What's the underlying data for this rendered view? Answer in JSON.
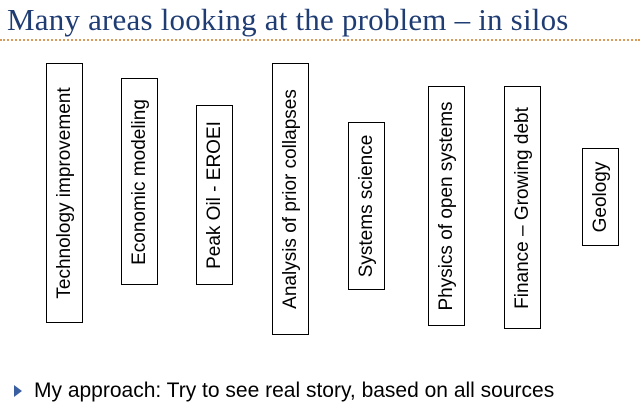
{
  "title": "Many areas looking at the problem – in silos",
  "silos": [
    {
      "label": "Technology improvement"
    },
    {
      "label": "Economic modeling"
    },
    {
      "label": "Peak Oil - EROEI"
    },
    {
      "label": "Analysis of prior collapses"
    },
    {
      "label": "Systems science"
    },
    {
      "label": "Physics of open systems"
    },
    {
      "label": "Finance – Growing debt"
    },
    {
      "label": "Geology"
    }
  ],
  "bullet": {
    "icon": "triangle-bullet-icon",
    "color": "#3a5fa0",
    "text": "My approach:  Try to see real story, based on all sources"
  },
  "colors": {
    "title": "#1f3c73",
    "rule": "#d99a5a"
  }
}
